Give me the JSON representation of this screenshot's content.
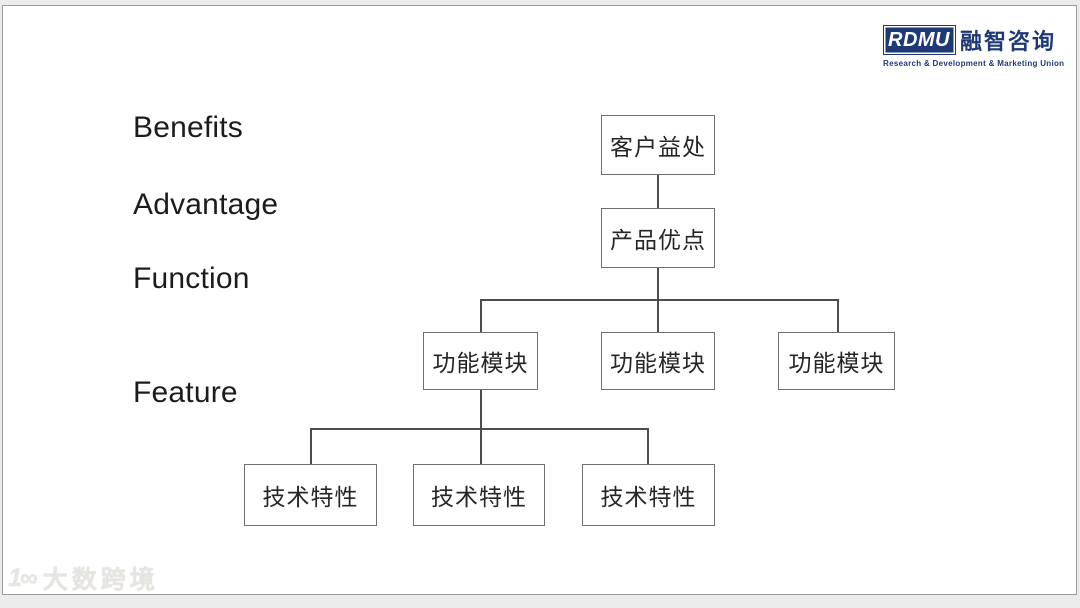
{
  "logo": {
    "abbr": "RDMU",
    "name_cn": "融智咨询",
    "subtitle": "Research & Development & Marketing Union",
    "navy": "#1f3876"
  },
  "side_labels": [
    "Benefits",
    "Advantage",
    "Function",
    "Feature"
  ],
  "diagram": {
    "customer_benefit": "客户益处",
    "product_advantage": "产品优点",
    "function_modules": [
      "功能模块",
      "功能模块",
      "功能模块"
    ],
    "tech_features": [
      "技术特性",
      "技术特性",
      "技术特性"
    ]
  },
  "watermark": {
    "icon_glyph": "1∞",
    "text": "大数跨境"
  },
  "colors": {
    "box_border": "#6f6f6f",
    "connector_line": "#4d4d4d",
    "text": "#262626",
    "logo_navy": "#1f3876",
    "card_border": "#9b9b9b"
  }
}
